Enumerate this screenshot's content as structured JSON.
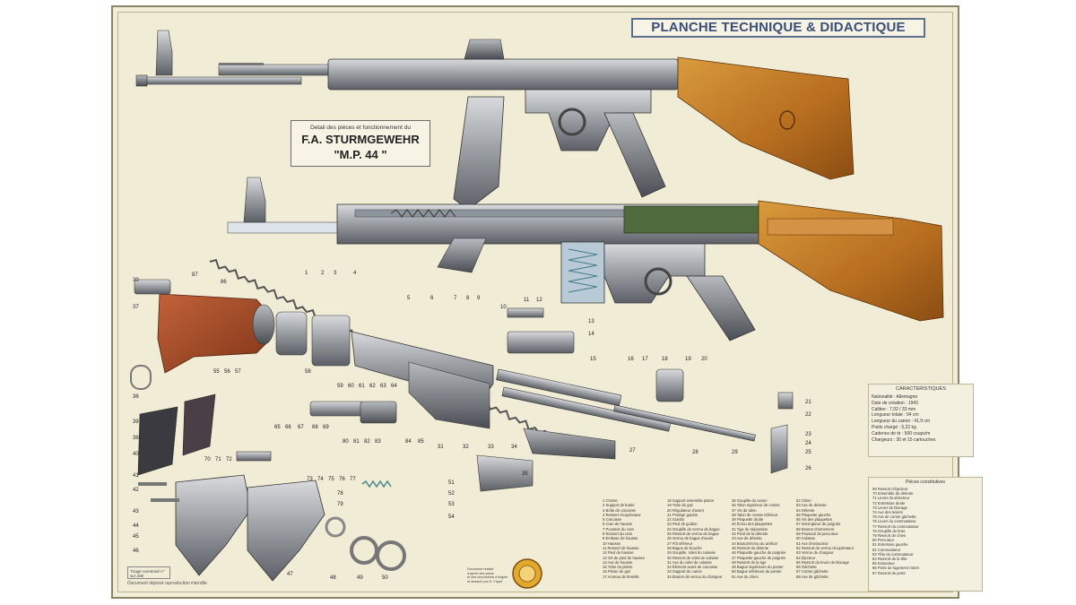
{
  "title": "PLANCHE TECHNIQUE & DIDACTIQUE",
  "detail": {
    "subtitle": "Detail des pièces et fonctionnement du",
    "line1": "F.A. STURMGEWEHR",
    "line2": "\"M.P. 44 \""
  },
  "caracteristiques": {
    "title": "CARACTERISTIQUES",
    "rows": [
      "Nationalité : Allemagne",
      "Date de création : 1943",
      "Calibre : 7,92 / 33 mm",
      "Longueur totale : 94 cm",
      "Longueur du canon : 41,9 cm",
      "Poids chargé : 5,22 kg",
      "Cadence de tir : 500 coups/m",
      "Chargeurs : 30 et 15 cartouches"
    ]
  },
  "legend_columns": [
    [
      "1 Crosse",
      "2 Support de butée",
      "3 Boîte de carcasse",
      "4 Ressort récupérateur",
      "5 Carcasse",
      "6 Cran de hausse",
      "7 Poussoir du cran",
      "8 Ressort du cran",
      "9 Embase de hausse",
      "10 Hausse",
      "11 Ressort de hausse",
      "12 Pied de hausse",
      "13 Vis de pied de hausse",
      "14 Axe de hausse",
      "15 Tube du piston",
      "16 Piston de gaz",
      "17 Anneau de bretelle"
    ],
    [
      "18 Support ensemble piston",
      "19 Tube de gaz",
      "20 Régulateur d'avant",
      "21 Protège guidon",
      "22 Guidon",
      "23 Pied de guidon",
      "24 Goupille du verrou de bague",
      "25 Ressort de verrou de bague",
      "26 Verrou de bague d'avant",
      "27 Fût inférieur",
      "28 Bague de bouche",
      "29 Goupille, Volet du culasse",
      "30 Ressort de volet de culasse",
      "31 Axe du volet de culasse",
      "32 Élément avant de carcasse",
      "33 Support du canon",
      "34 Bouton de verrou du chargeur"
    ],
    [
      "35 Goupille du canon",
      "36 Talon supérieur de crosse",
      "37 Vis de talon",
      "38 Talon de crosse inférieur",
      "39 Plaquette droite",
      "40 Écrou des plaquettes",
      "41 Tige de séparation",
      "42 Pivot de la détente",
      "43 Axe de détente",
      "44 Bouton/écrou du arrêtoir",
      "45 Ressort du détente",
      "46 Plaquette gauche du poignée",
      "47 Plaquette gauche de poignée",
      "48 Ressort de la tige",
      "49 Bague supérieure du ponter",
      "50 Bague inférieure du ponter",
      "51 Axe du chien"
    ],
    [
      "52 Chien",
      "53 Axe de détente",
      "54 Détente",
      "55 Plaquette gauche",
      "56 Vis des plaquettes",
      "57 Interrupteur de poignée",
      "58 Bouton d'armement",
      "59 Poussoir du percuteur",
      "60 Culasse",
      "61 Axe d'extracteur",
      "62 Ressort de verrou récupérateur",
      "63 Verrou de chargeur",
      "64 Éjecteur",
      "65 Ressort du levier de blocage",
      "66 Gâchette",
      "67 Contre gâchette",
      "68 Axe de gâchette"
    ]
  ],
  "pieces": {
    "title": "Pièces constitutives",
    "items": [
      "69 Ressort d'éjecteur",
      "70 Ensemble de détente",
      "71 Levier du sélecteur",
      "72 Entretoise droite",
      "73 Levier de blocage",
      "74 Axe des leviers",
      "75 Axe de contre gâchette",
      "76 Levier du commutateur",
      "77 Ressort du commutateur",
      "78 Goupille du bras",
      "79 Ressort de chien",
      "80 Percuteur",
      "81 Entretoise gauche",
      "82 Commutateur",
      "83 Tête du commutateur",
      "84 Ressort de la tête",
      "85 Extracteur",
      "86 Porte de logement rotors",
      "87 Ressort de porte"
    ]
  },
  "part_numbers": [
    "1",
    "2",
    "3",
    "4",
    "5",
    "6",
    "7",
    "8",
    "9",
    "10",
    "11",
    "12",
    "13",
    "14",
    "15",
    "16",
    "17",
    "18",
    "19",
    "20",
    "21",
    "22",
    "23",
    "24",
    "25",
    "26",
    "27",
    "28",
    "29",
    "30",
    "31",
    "32",
    "33",
    "34",
    "35",
    "36",
    "37",
    "38",
    "39",
    "40",
    "41",
    "42",
    "43",
    "44",
    "45",
    "46",
    "47",
    "48",
    "49",
    "50",
    "51",
    "52",
    "53",
    "54",
    "55",
    "56",
    "57",
    "58",
    "59",
    "60",
    "61",
    "62",
    "63",
    "64",
    "65",
    "66",
    "67",
    "68",
    "69",
    "70",
    "71",
    "72",
    "73",
    "74",
    "75",
    "76",
    "77",
    "78",
    "79",
    "80",
    "81",
    "82",
    "83",
    "84",
    "85",
    "86",
    "87"
  ],
  "stamp": "Tirage numéroté n°   sur 200",
  "footer": "Document déposé reproduction interdite",
  "imprint": [
    "Document réalisé",
    "d'après des plans",
    "et des documents d'origine",
    "et dessiné par E. Fayet"
  ]
}
